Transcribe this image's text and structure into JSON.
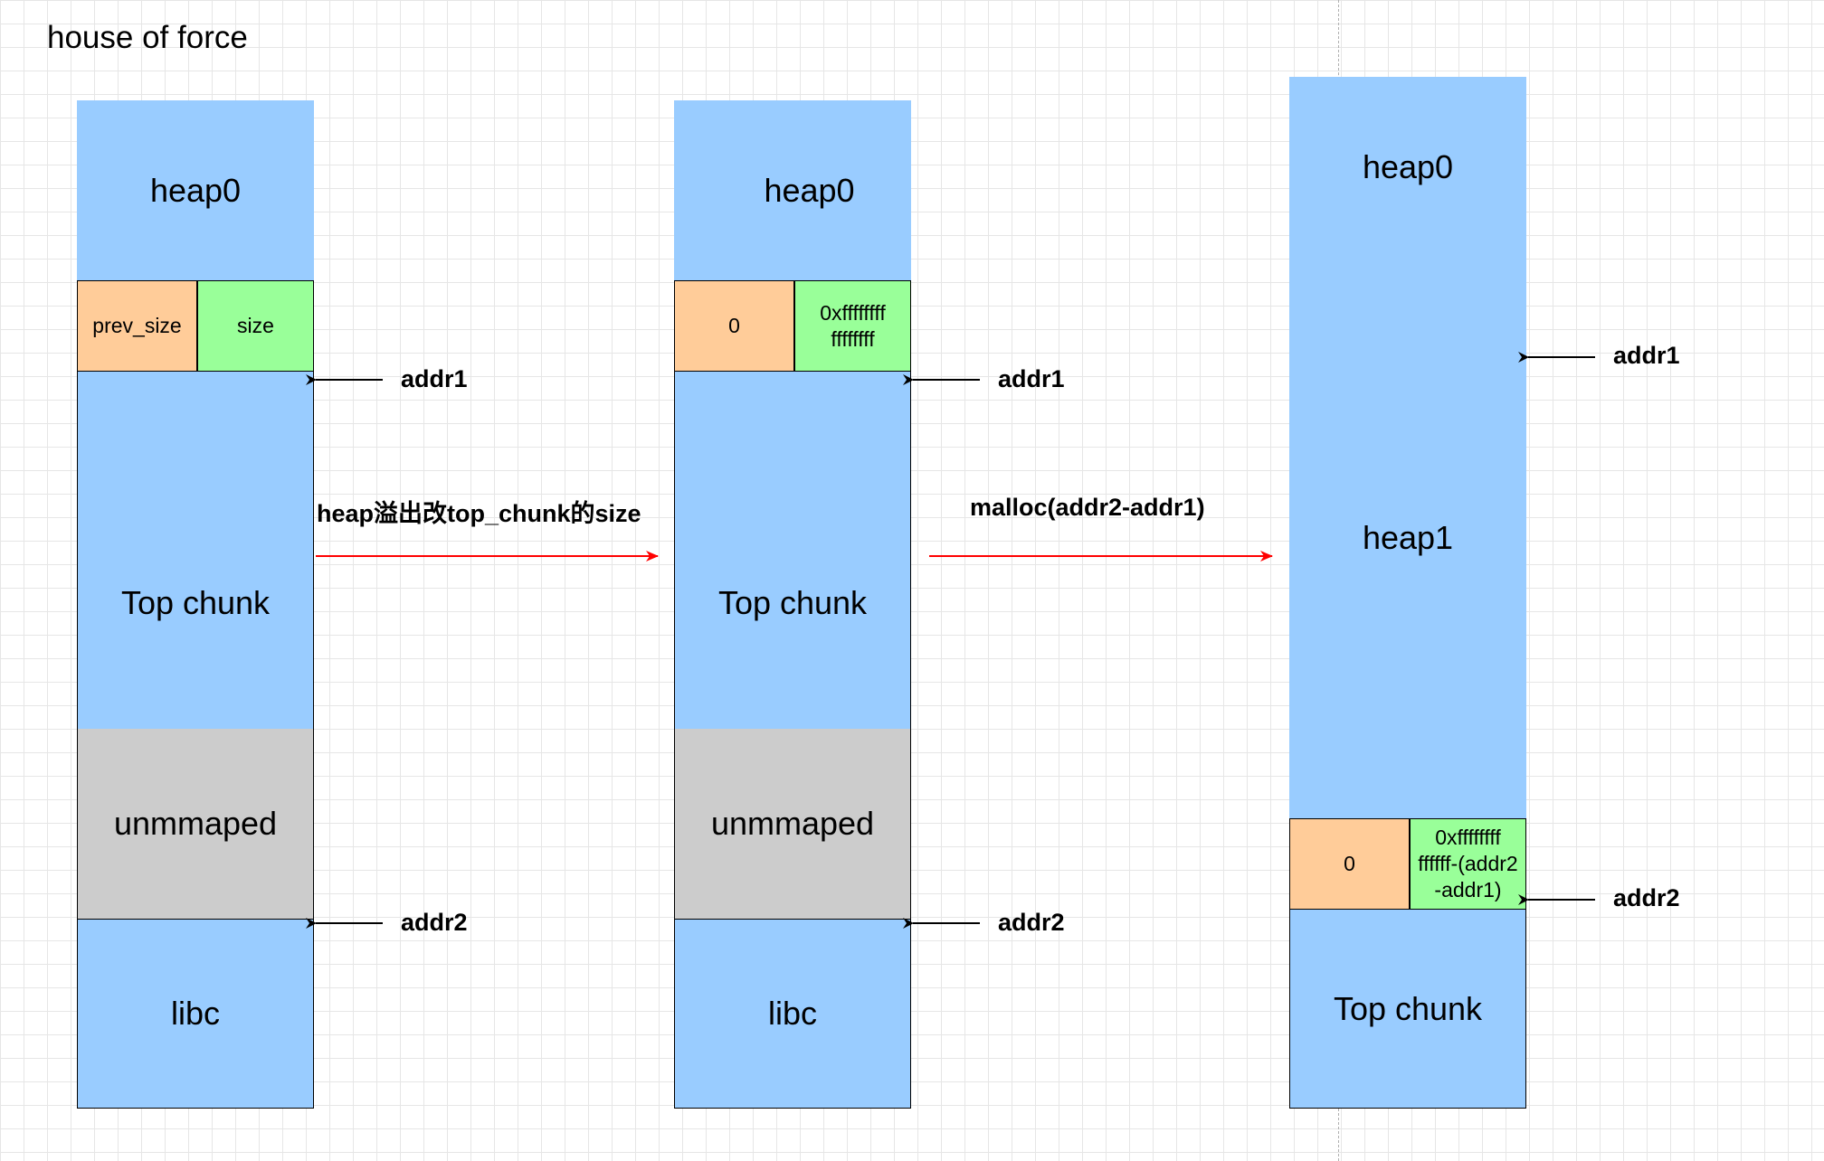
{
  "title": "house of force",
  "colors": {
    "heap": "#99ccff",
    "unmapped": "#cccccc",
    "prev_size_field": "#ffcc99",
    "size_field": "#99ff99",
    "transition_arrow": "#ff0000",
    "pointer_arrow": "#000000"
  },
  "panel1": {
    "heap0": "heap0",
    "prev_size": "prev_size",
    "size": "size",
    "top_chunk": "Top chunk",
    "unmapped": "unmmaped",
    "libc": "libc",
    "addr1": "addr1",
    "addr2": "addr2"
  },
  "transition1": {
    "label": "heap溢出改top_chunk的size"
  },
  "panel2": {
    "heap0": "heap0",
    "prev_size_value": "0",
    "size_value_line1": "0xffffffff",
    "size_value_line2": "ffffffff",
    "top_chunk": "Top chunk",
    "unmapped": "unmmaped",
    "libc": "libc",
    "addr1": "addr1",
    "addr2": "addr2"
  },
  "transition2": {
    "label": "malloc(addr2-addr1)"
  },
  "panel3": {
    "heap0": "heap0",
    "heap1": "heap1",
    "prev_size_value": "0",
    "size_value_line1": "0xffffffff",
    "size_value_line2": "ffffff-(addr2",
    "size_value_line3": "-addr1)",
    "top_chunk": "Top chunk",
    "addr1": "addr1",
    "addr2": "addr2"
  }
}
